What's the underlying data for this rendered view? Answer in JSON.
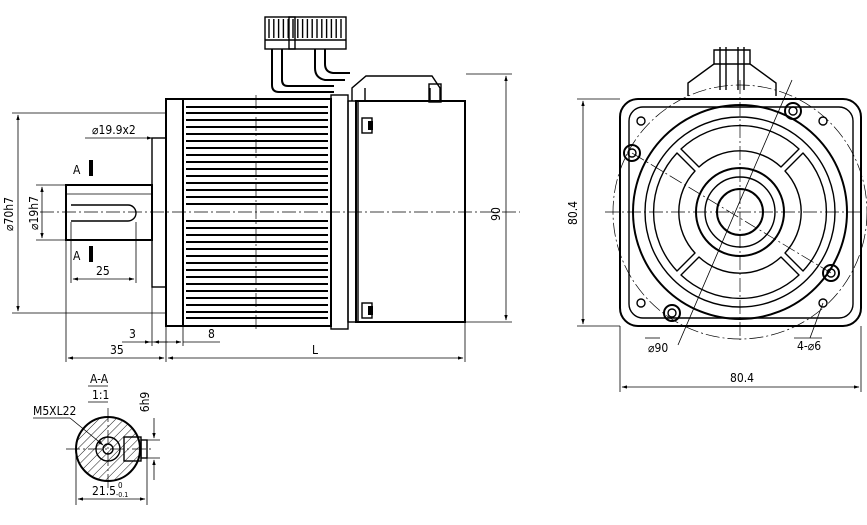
{
  "side_view": {
    "shaft_fit": "⌀19h7",
    "flange_pilot": "⌀70h7",
    "key_width": "⌀19.9x2",
    "section_mark_top": "A",
    "section_mark_bottom": "A",
    "key_length": "25",
    "flange_thickness": "3",
    "pilot_offset": "8",
    "shaft_length": "35",
    "body_length": "L",
    "overall_height": "90"
  },
  "front_view": {
    "flange_height": "80.4",
    "flange_width": "80.4",
    "bolt_circle": "⌀90",
    "mounting_holes": "4-⌀6"
  },
  "section_view": {
    "title": "A-A",
    "scale": "1:1",
    "thread": "M5XL22",
    "key_slot": "6h9",
    "depth_main": "21.5",
    "depth_upper_tol": "0",
    "depth_lower_tol": "-0.1"
  }
}
